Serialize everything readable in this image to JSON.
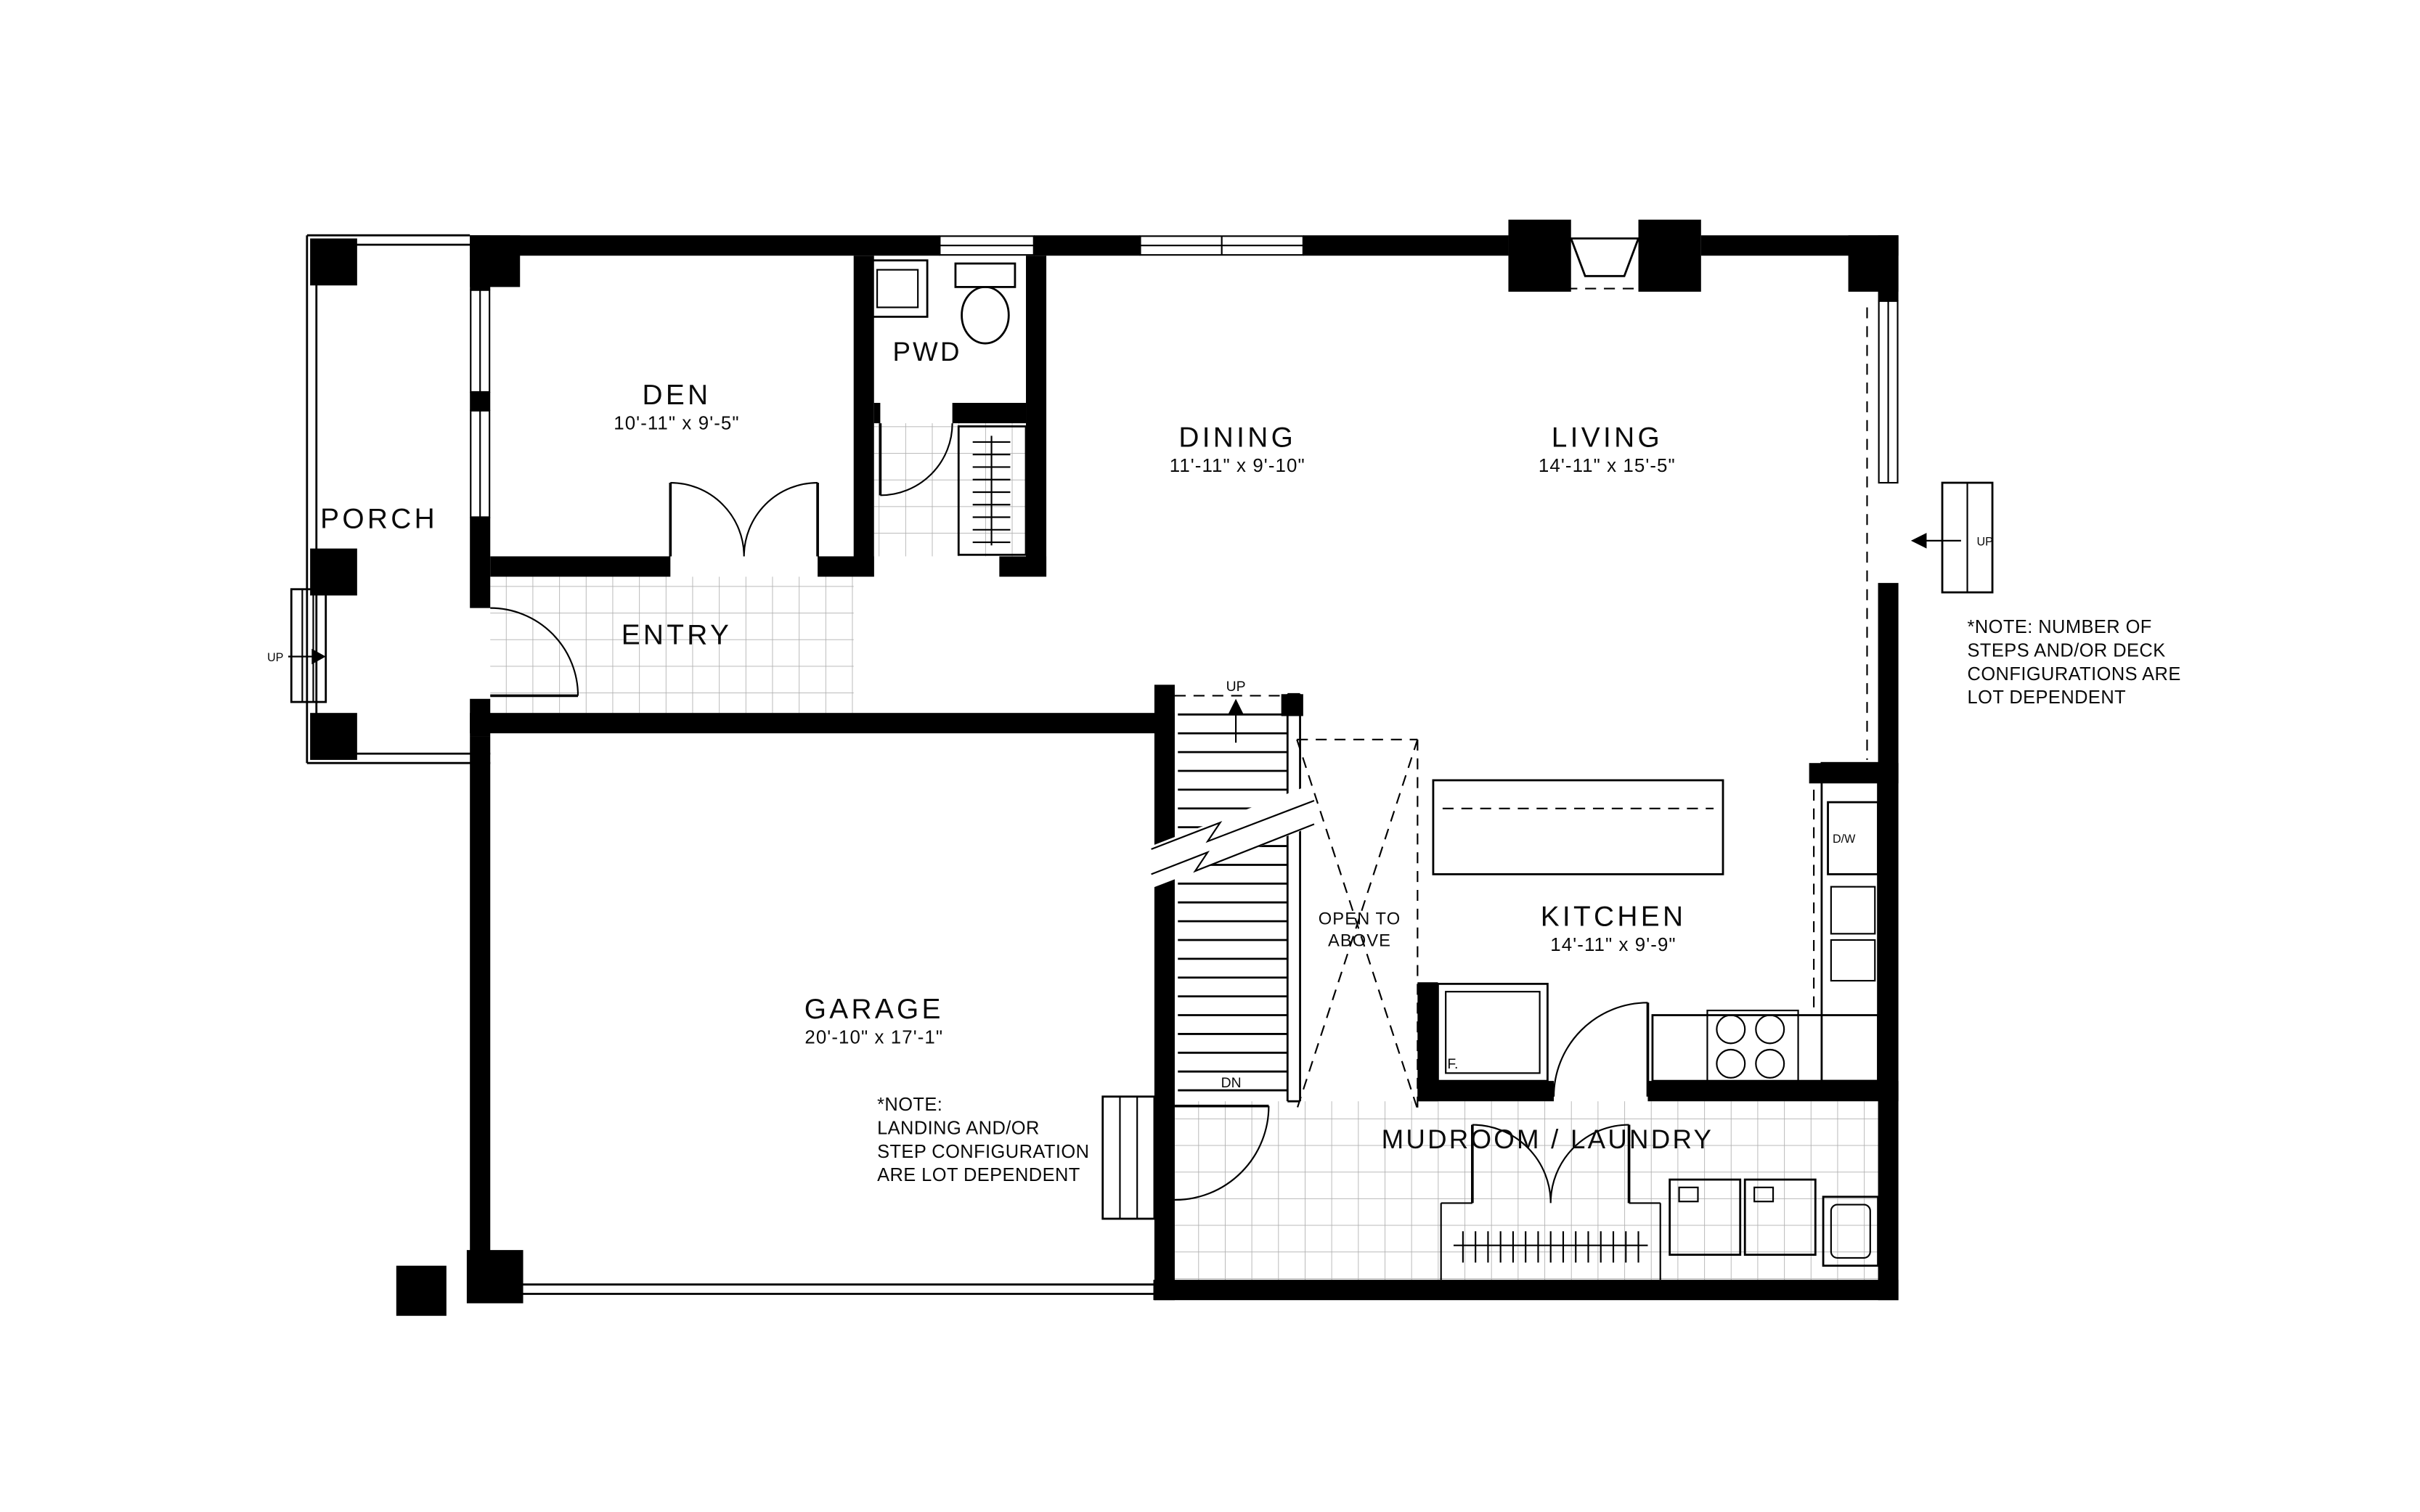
{
  "rooms": {
    "porch": {
      "label": "PORCH"
    },
    "den": {
      "label": "DEN",
      "dims": "10'-11\" x 9'-5\""
    },
    "pwd": {
      "label": "PWD"
    },
    "dining": {
      "label": "DINING",
      "dims": "11'-11\" x 9'-10\""
    },
    "living": {
      "label": "LIVING",
      "dims": "14'-11\" x 15'-5\""
    },
    "entry": {
      "label": "ENTRY"
    },
    "garage": {
      "label": "GARAGE",
      "dims": "20'-10\" x 17'-1\""
    },
    "kitchen": {
      "label": "KITCHEN",
      "dims": "14'-11\" x 9'-9\""
    },
    "mudroom": {
      "label": "MUDROOM / LAUNDRY"
    },
    "open_to_above": {
      "line1": "OPEN TO",
      "line2": "ABOVE"
    }
  },
  "labels": {
    "up_stairs": "UP",
    "dn_stairs": "DN",
    "up_porch": "UP",
    "up_deck": "UP",
    "dishwasher": "D/W",
    "fridge": "F."
  },
  "notes": {
    "deck": {
      "line1": "*NOTE: NUMBER OF",
      "line2": "STEPS AND/OR DECK",
      "line3": "CONFIGURATIONS ARE",
      "line4": "LOT DEPENDENT"
    },
    "garage": {
      "line1": "*NOTE:",
      "line2": "LANDING AND/OR",
      "line3": "STEP CONFIGURATION",
      "line4": "ARE LOT DEPENDENT"
    }
  },
  "colors": {
    "ink": "#000000",
    "background": "#ffffff",
    "tile": "#b0b0b0"
  }
}
